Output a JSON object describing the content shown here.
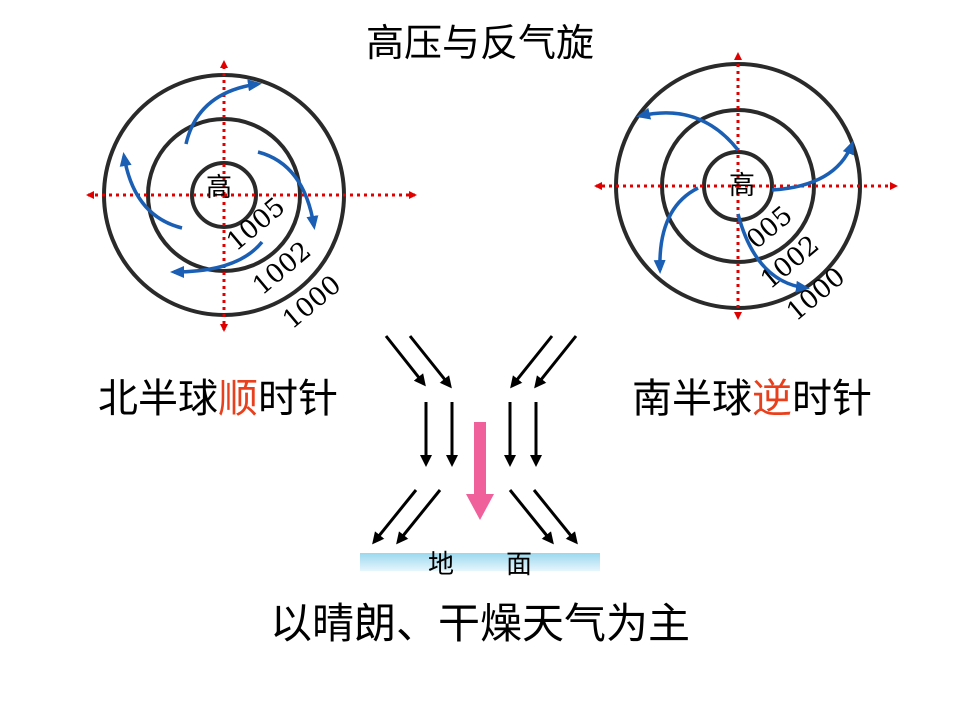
{
  "title": "高压与反气旋",
  "left_panel": {
    "center_label": "高",
    "isobars": [
      "1005",
      "1002",
      "1000"
    ],
    "caption": {
      "prefix": "北半球",
      "highlight": "顺",
      "suffix": "时针"
    }
  },
  "right_panel": {
    "center_label": "高",
    "isobars": [
      "005",
      "1002",
      "1000"
    ],
    "caption": {
      "prefix": "南半球",
      "highlight": "逆",
      "suffix": "时针"
    }
  },
  "ground_label": "地　　面",
  "conclusion": "以晴朗、干燥天气为主",
  "colors": {
    "isobar": "#2a2a2a",
    "axis": "#e00000",
    "wind_arrow": "#1a5fb4",
    "highlight": "#e8401c",
    "subsidence_arrow": "#f0609a",
    "ground_top": "#9ad8ee",
    "ground_bottom": "#e6f6fc"
  }
}
